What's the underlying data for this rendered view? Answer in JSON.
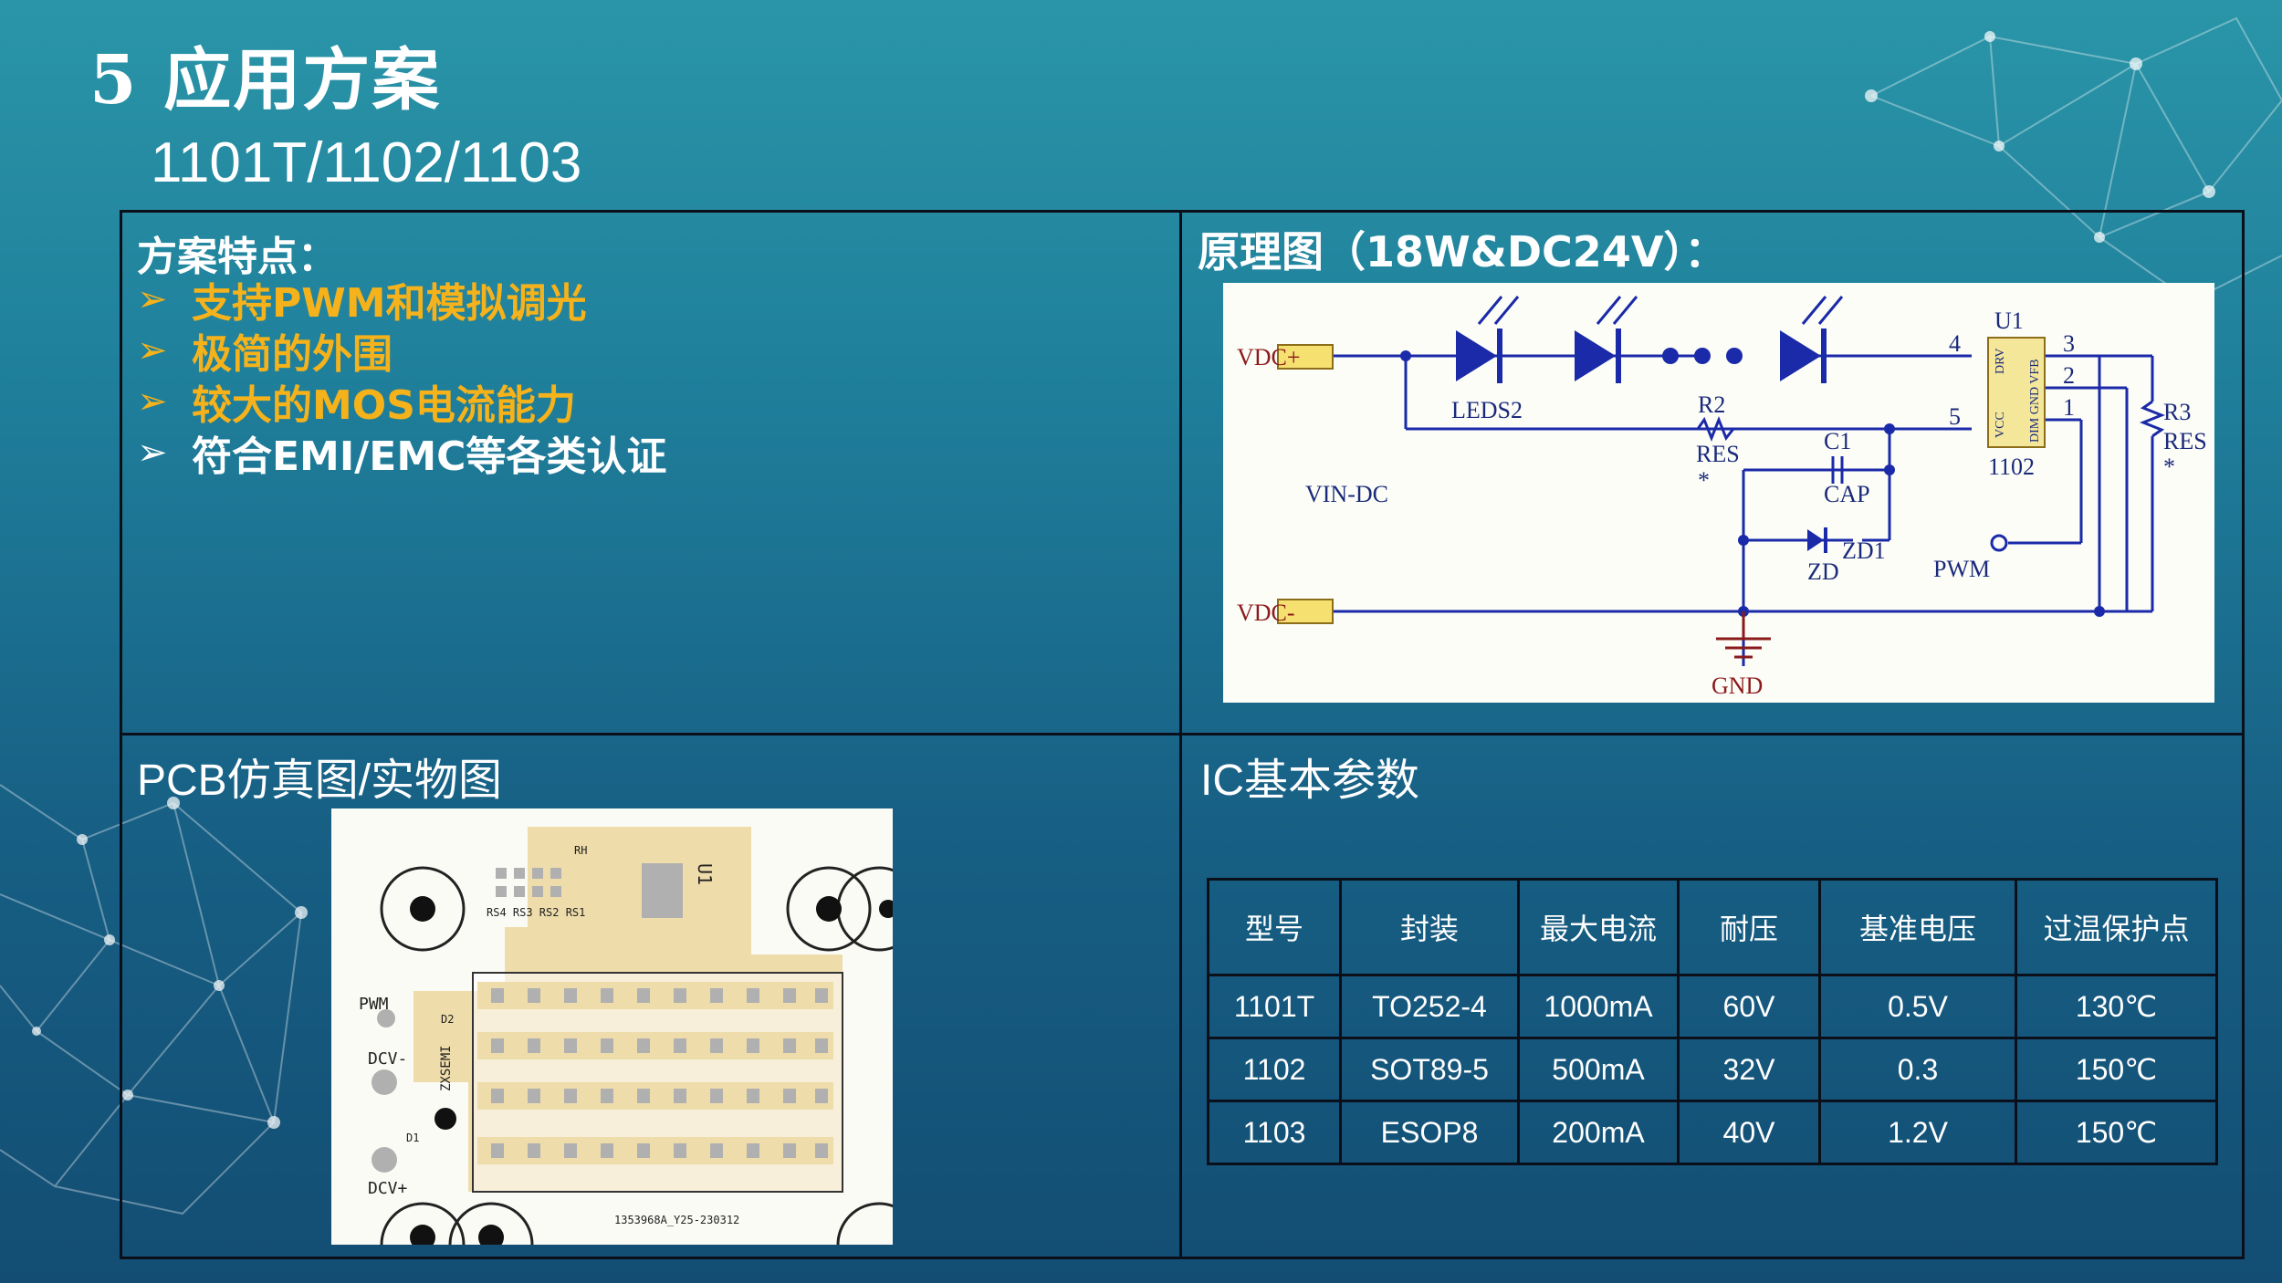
{
  "slide": {
    "title": "5 应用方案",
    "subtitle": "1101T/1102/1103"
  },
  "features": {
    "heading": "方案特点：",
    "items": [
      {
        "text": "支持PWM和模拟调光",
        "color": "#f5b21b"
      },
      {
        "text": "极简的外围",
        "color": "#f5b21b"
      },
      {
        "text": "较大的MOS电流能力",
        "color": "#f5b21b"
      },
      {
        "text": "符合EMI/EMC等各类认证",
        "color": "#ffffff"
      }
    ]
  },
  "schematic": {
    "heading": "原理图（18W&DC24V）：",
    "labels": {
      "vdc_plus": "VDC+",
      "vdc_minus": "VDC-",
      "leds": "LEDS2",
      "vin": "VIN-DC",
      "r2": "R2",
      "r2_val": "RES",
      "c1": "C1",
      "c1_val": "CAP",
      "zd1": "ZD1",
      "zd": "ZD",
      "u1": "U1",
      "u1_part": "1102",
      "r3": "R3",
      "r3_val": "RES",
      "pwm": "PWM",
      "gnd": "GND",
      "pin4": "4",
      "pin5": "5",
      "pin3": "3",
      "pin2": "2",
      "pin1": "1",
      "pin_drv": "DRV",
      "pin_vcc": "VCC",
      "pin_dim": "DIM GND VFB",
      "star": "*"
    }
  },
  "pcb": {
    "heading": "PCB仿真图/实物图",
    "labels": {
      "pwm": "PWM",
      "dcv_minus": "DCV-",
      "dcv_plus": "DCV+",
      "u1": "U1",
      "rs": "RS4 RS3 RS2 RS1",
      "rh": "RH",
      "d1": "D1",
      "d2": "D2",
      "brand": "ZXSEMI",
      "code": "1353968A_Y25-230312"
    }
  },
  "ic_params": {
    "heading": "IC基本参数",
    "columns": [
      "型号",
      "封装",
      "最大电流",
      "耐压",
      "基准电压",
      "过温保护点"
    ],
    "rows": [
      [
        "1101T",
        "TO252-4",
        "1000mA",
        "60V",
        "0.5V",
        "130℃"
      ],
      [
        "1102",
        "SOT89-5",
        "500mA",
        "32V",
        "0.3",
        "150℃"
      ],
      [
        "1103",
        "ESOP8",
        "200mA",
        "40V",
        "1.2V",
        "150℃"
      ]
    ]
  },
  "colors": {
    "accent": "#f5b21b",
    "schematic_wire": "#1a2aa8",
    "schematic_label": "#8b1a1a",
    "pcb_trace": "#eedcaa"
  }
}
